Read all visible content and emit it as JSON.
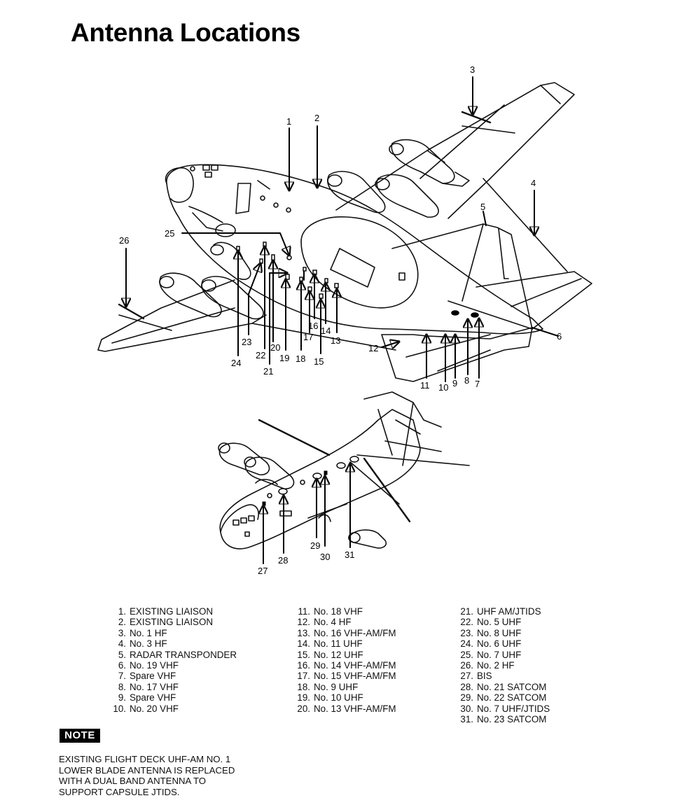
{
  "title": "Antenna Locations",
  "callouts": [
    {
      "id": "1",
      "label": "1"
    },
    {
      "id": "2",
      "label": "2"
    },
    {
      "id": "3",
      "label": "3"
    },
    {
      "id": "4",
      "label": "4"
    },
    {
      "id": "5",
      "label": "5"
    },
    {
      "id": "6",
      "label": "6"
    },
    {
      "id": "7",
      "label": "7"
    },
    {
      "id": "8",
      "label": "8"
    },
    {
      "id": "9",
      "label": "9"
    },
    {
      "id": "10",
      "label": "10"
    },
    {
      "id": "11",
      "label": "11"
    },
    {
      "id": "12",
      "label": "12"
    },
    {
      "id": "13",
      "label": "13"
    },
    {
      "id": "14",
      "label": "14"
    },
    {
      "id": "15",
      "label": "15"
    },
    {
      "id": "16",
      "label": "16"
    },
    {
      "id": "17",
      "label": "17"
    },
    {
      "id": "18",
      "label": "18"
    },
    {
      "id": "19",
      "label": "19"
    },
    {
      "id": "20",
      "label": "20"
    },
    {
      "id": "21",
      "label": "21"
    },
    {
      "id": "22",
      "label": "22"
    },
    {
      "id": "23",
      "label": "23"
    },
    {
      "id": "24",
      "label": "24"
    },
    {
      "id": "25",
      "label": "25"
    },
    {
      "id": "26",
      "label": "26"
    },
    {
      "id": "27",
      "label": "27"
    },
    {
      "id": "28",
      "label": "28"
    },
    {
      "id": "29",
      "label": "29"
    },
    {
      "id": "30",
      "label": "30"
    },
    {
      "id": "31",
      "label": "31"
    }
  ],
  "legend": [
    {
      "num": "1.",
      "text": "EXISTING LIAISON"
    },
    {
      "num": "2.",
      "text": "EXISTING LIAISON"
    },
    {
      "num": "3.",
      "text": "No. 1 HF"
    },
    {
      "num": "4.",
      "text": "No. 3 HF"
    },
    {
      "num": "5.",
      "text": "RADAR TRANSPONDER"
    },
    {
      "num": "6.",
      "text": "No. 19 VHF"
    },
    {
      "num": "7.",
      "text": "Spare VHF"
    },
    {
      "num": "8.",
      "text": "No. 17 VHF"
    },
    {
      "num": "9.",
      "text": "Spare VHF"
    },
    {
      "num": "10.",
      "text": "No. 20 VHF"
    },
    {
      "num": "11.",
      "text": "No. 18 VHF"
    },
    {
      "num": "12.",
      "text": "No. 4 HF"
    },
    {
      "num": "13.",
      "text": "No. 16 VHF-AM/FM"
    },
    {
      "num": "14.",
      "text": "No. 11 UHF"
    },
    {
      "num": "15.",
      "text": "No. 12 UHF"
    },
    {
      "num": "16.",
      "text": "No. 14 VHF-AM/FM"
    },
    {
      "num": "17.",
      "text": "No. 15 VHF-AM/FM"
    },
    {
      "num": "18.",
      "text": "No.  9  UHF"
    },
    {
      "num": "19.",
      "text": "No. 10 UHF"
    },
    {
      "num": "20.",
      "text": "No. 13 VHF-AM/FM"
    },
    {
      "num": "21.",
      "text": "UHF AM/JTIDS"
    },
    {
      "num": "22.",
      "text": "No. 5 UHF"
    },
    {
      "num": "23.",
      "text": "No. 8 UHF"
    },
    {
      "num": "24.",
      "text": "No. 6 UHF"
    },
    {
      "num": "25.",
      "text": "No. 7 UHF"
    },
    {
      "num": "26.",
      "text": "No. 2 HF"
    },
    {
      "num": "27.",
      "text": "BIS"
    },
    {
      "num": "28.",
      "text": "No. 21 SATCOM"
    },
    {
      "num": "29.",
      "text": "No. 22 SATCOM"
    },
    {
      "num": "30.",
      "text": "No. 7 UHF/JTIDS"
    },
    {
      "num": "31.",
      "text": "No. 23 SATCOM"
    }
  ],
  "note": {
    "label": "NOTE",
    "text": "EXISTING FLIGHT DECK UHF-AM NO. 1\nLOWER BLADE ANTENNA IS REPLACED\nWITH A DUAL BAND ANTENNA TO\nSUPPORT CAPSULE JTIDS."
  }
}
